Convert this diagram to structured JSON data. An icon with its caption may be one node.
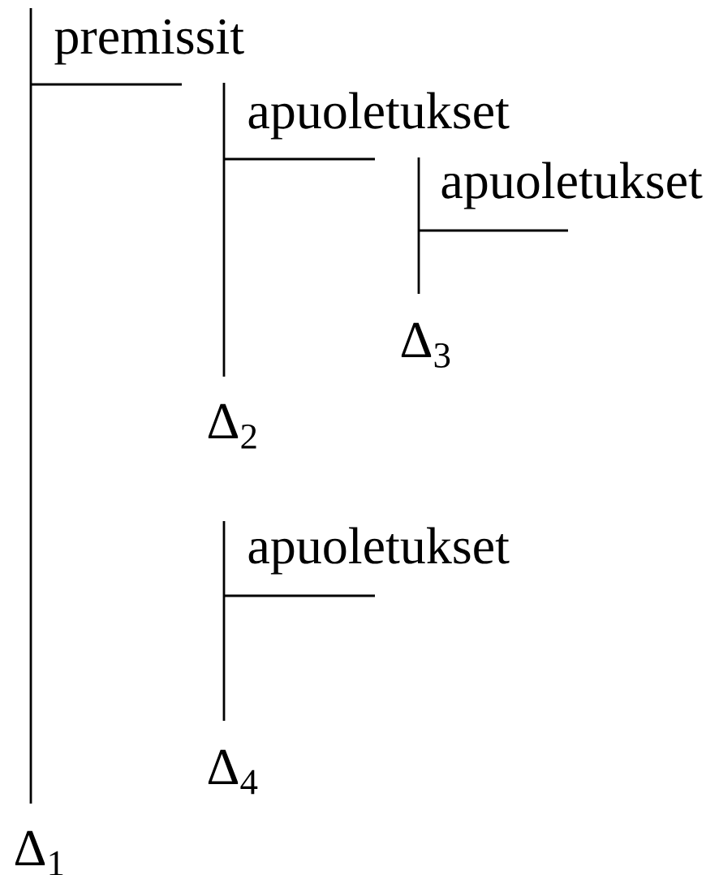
{
  "diagram": {
    "labels": [
      "premissit",
      "apuoletukset",
      "apuoletukset",
      "Δ$_{3}$",
      "Δ$_{2}$",
      "apuoletukset",
      "Δ$_{4}$",
      "Δ$_{1}$"
    ]
  }
}
